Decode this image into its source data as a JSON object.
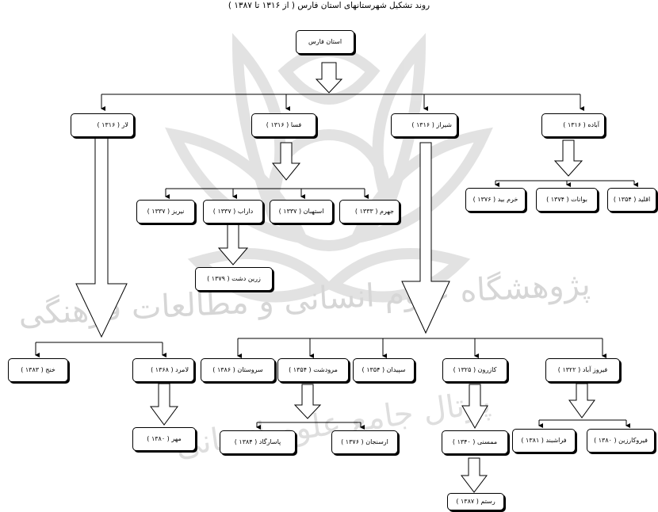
{
  "title": "روند تشکیل شهرستانهای استان فارس ( از ۱۳۱۶ تا ۱۳۸۷ )",
  "watermark": [
    "پژوهشگاه علوم انسانی و مطالعات فرهنگی",
    "پرتال جامع علوم انسانی"
  ],
  "nodes": {
    "root": "استان فارس",
    "lar": "لار ( ۱۳۱۶ )",
    "fasa": "فسا ( ۱۳۱۶ )",
    "shiraz": "شیراز ( ۱۳۱۶ )",
    "abadeh": "آباده ( ۱۳۱۶ )",
    "khorrambid": "خرم بید ( ۱۳۷۶ )",
    "bavanat": "بوانات ( ۱۳۷۴ )",
    "eqlid": "اقلید ( ۱۳۵۴ )",
    "neyriz": "نیریز ( ۱۳۳۷ )",
    "darab": "داراب ( ۱۳۳۷ )",
    "estahban": "استهبان ( ۱۳۳۷ )",
    "jahrom": "جهرم ( ۱۳۳۳ )",
    "zarrindasht": "زرین دشت ( ۱۳۷۹ )",
    "khonj": "خنج ( ۱۳۸۳ )",
    "lamerd": "لامرد ( ۱۳۶۸ )",
    "mohr": "مهر ( ۱۳۸۰ )",
    "sarvestan": "سروستان ( ۱۳۸۶ )",
    "marvdasht": "مرودشت ( ۱۳۵۴ )",
    "sepidan": "سپیدان ( ۱۳۵۴ )",
    "kazerun": "کازرون ( ۱۳۲۵ )",
    "firuzabad": "فیروز آباد ( ۱۳۲۲ )",
    "pasargad": "پاسارگاد ( ۱۳۸۴ )",
    "arsanjan": "ارسنجان ( ۱۳۷۶ )",
    "mamasani": "ممسنی ( ۱۳۴۰ )",
    "farashband": "فراشبند ( ۱۳۸۱ )",
    "firuzkuhzin": "فیروکارزین ( ۱۳۸۰ )",
    "rostam": "رستم ( ۱۳۸۷ )"
  }
}
